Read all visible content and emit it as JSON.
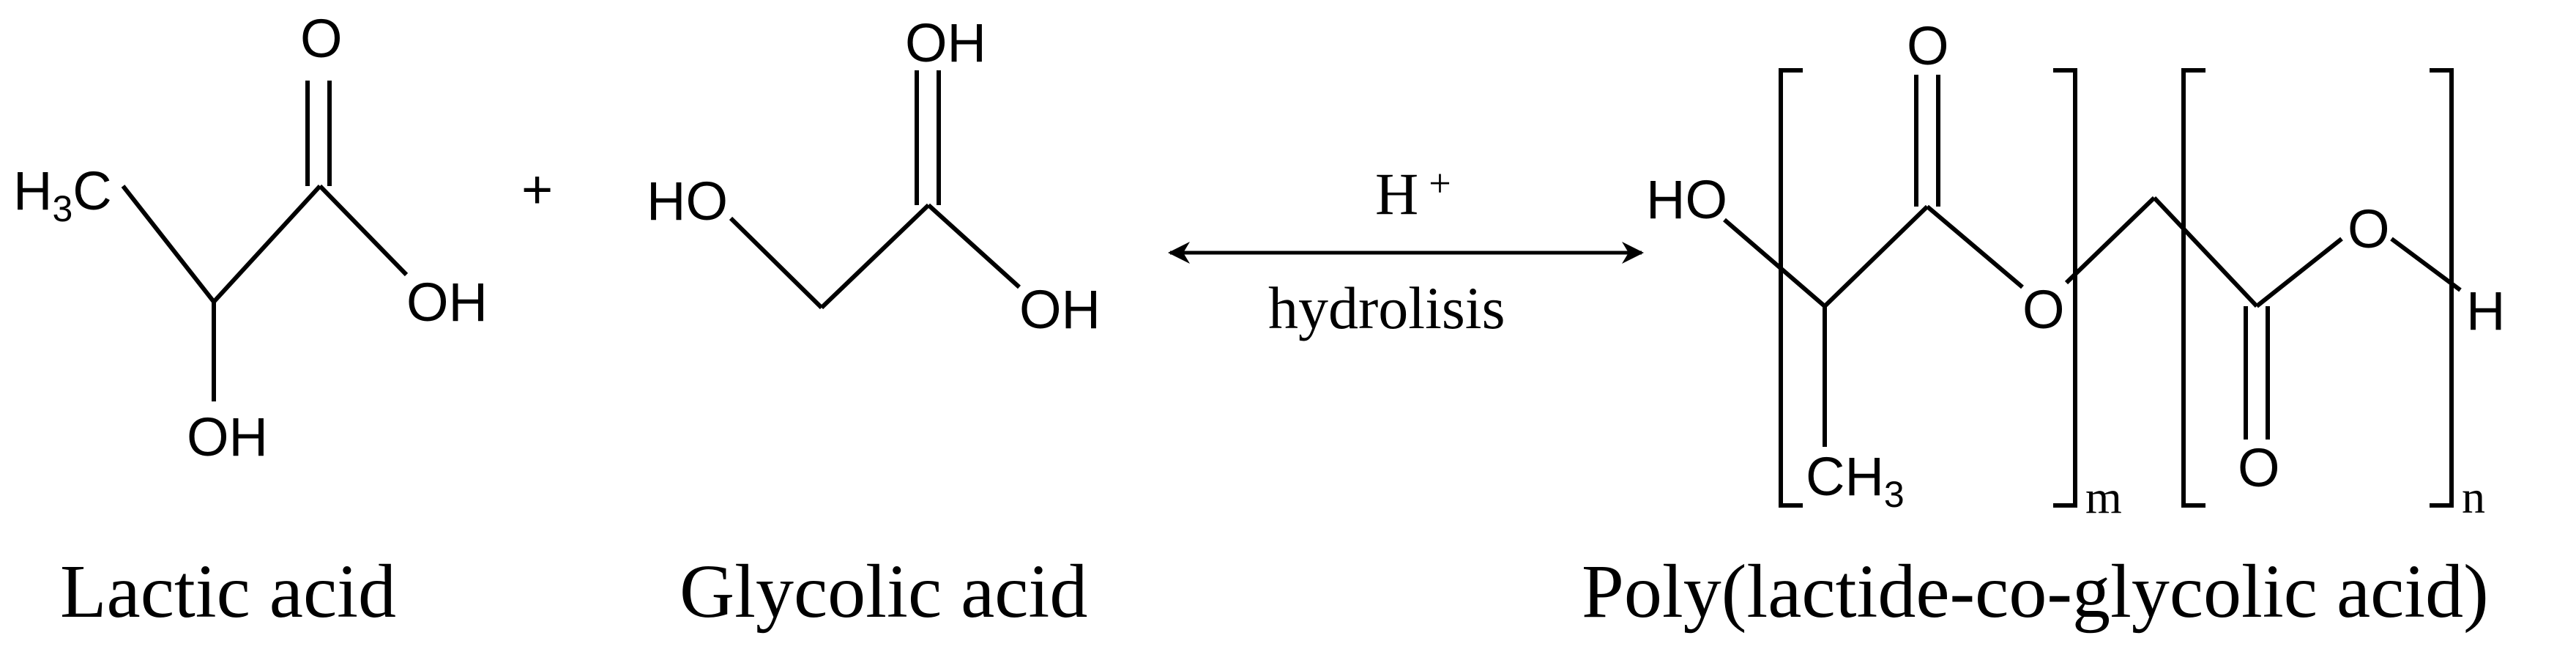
{
  "lactic_acid": {
    "name": "Lactic acid",
    "methyl": {
      "main": "H",
      "sub": "3",
      "tail": "C"
    },
    "carbonyl_o": "O",
    "hydroxyl_acid": "OH",
    "hydroxyl_alpha": "OH"
  },
  "plus_sign": "+",
  "glycolic_acid": {
    "name": "Glycolic acid",
    "ho_left": "HO",
    "oh_top": "OH",
    "oh_right": "OH"
  },
  "reaction": {
    "catalyst_main": "H",
    "catalyst_sup": "+",
    "condition": "hydrolisis"
  },
  "plga": {
    "name": "Poly(lactide-co-glycolic acid)",
    "ho_end": "HO",
    "carbonyl_o_top": "O",
    "ester_o": "O",
    "methyl": {
      "main": "CH",
      "sub": "3"
    },
    "repeat_m": "m",
    "ester_o_right": "O",
    "h_end": "H",
    "carbonyl_o_bottom": "O",
    "repeat_n": "n"
  }
}
